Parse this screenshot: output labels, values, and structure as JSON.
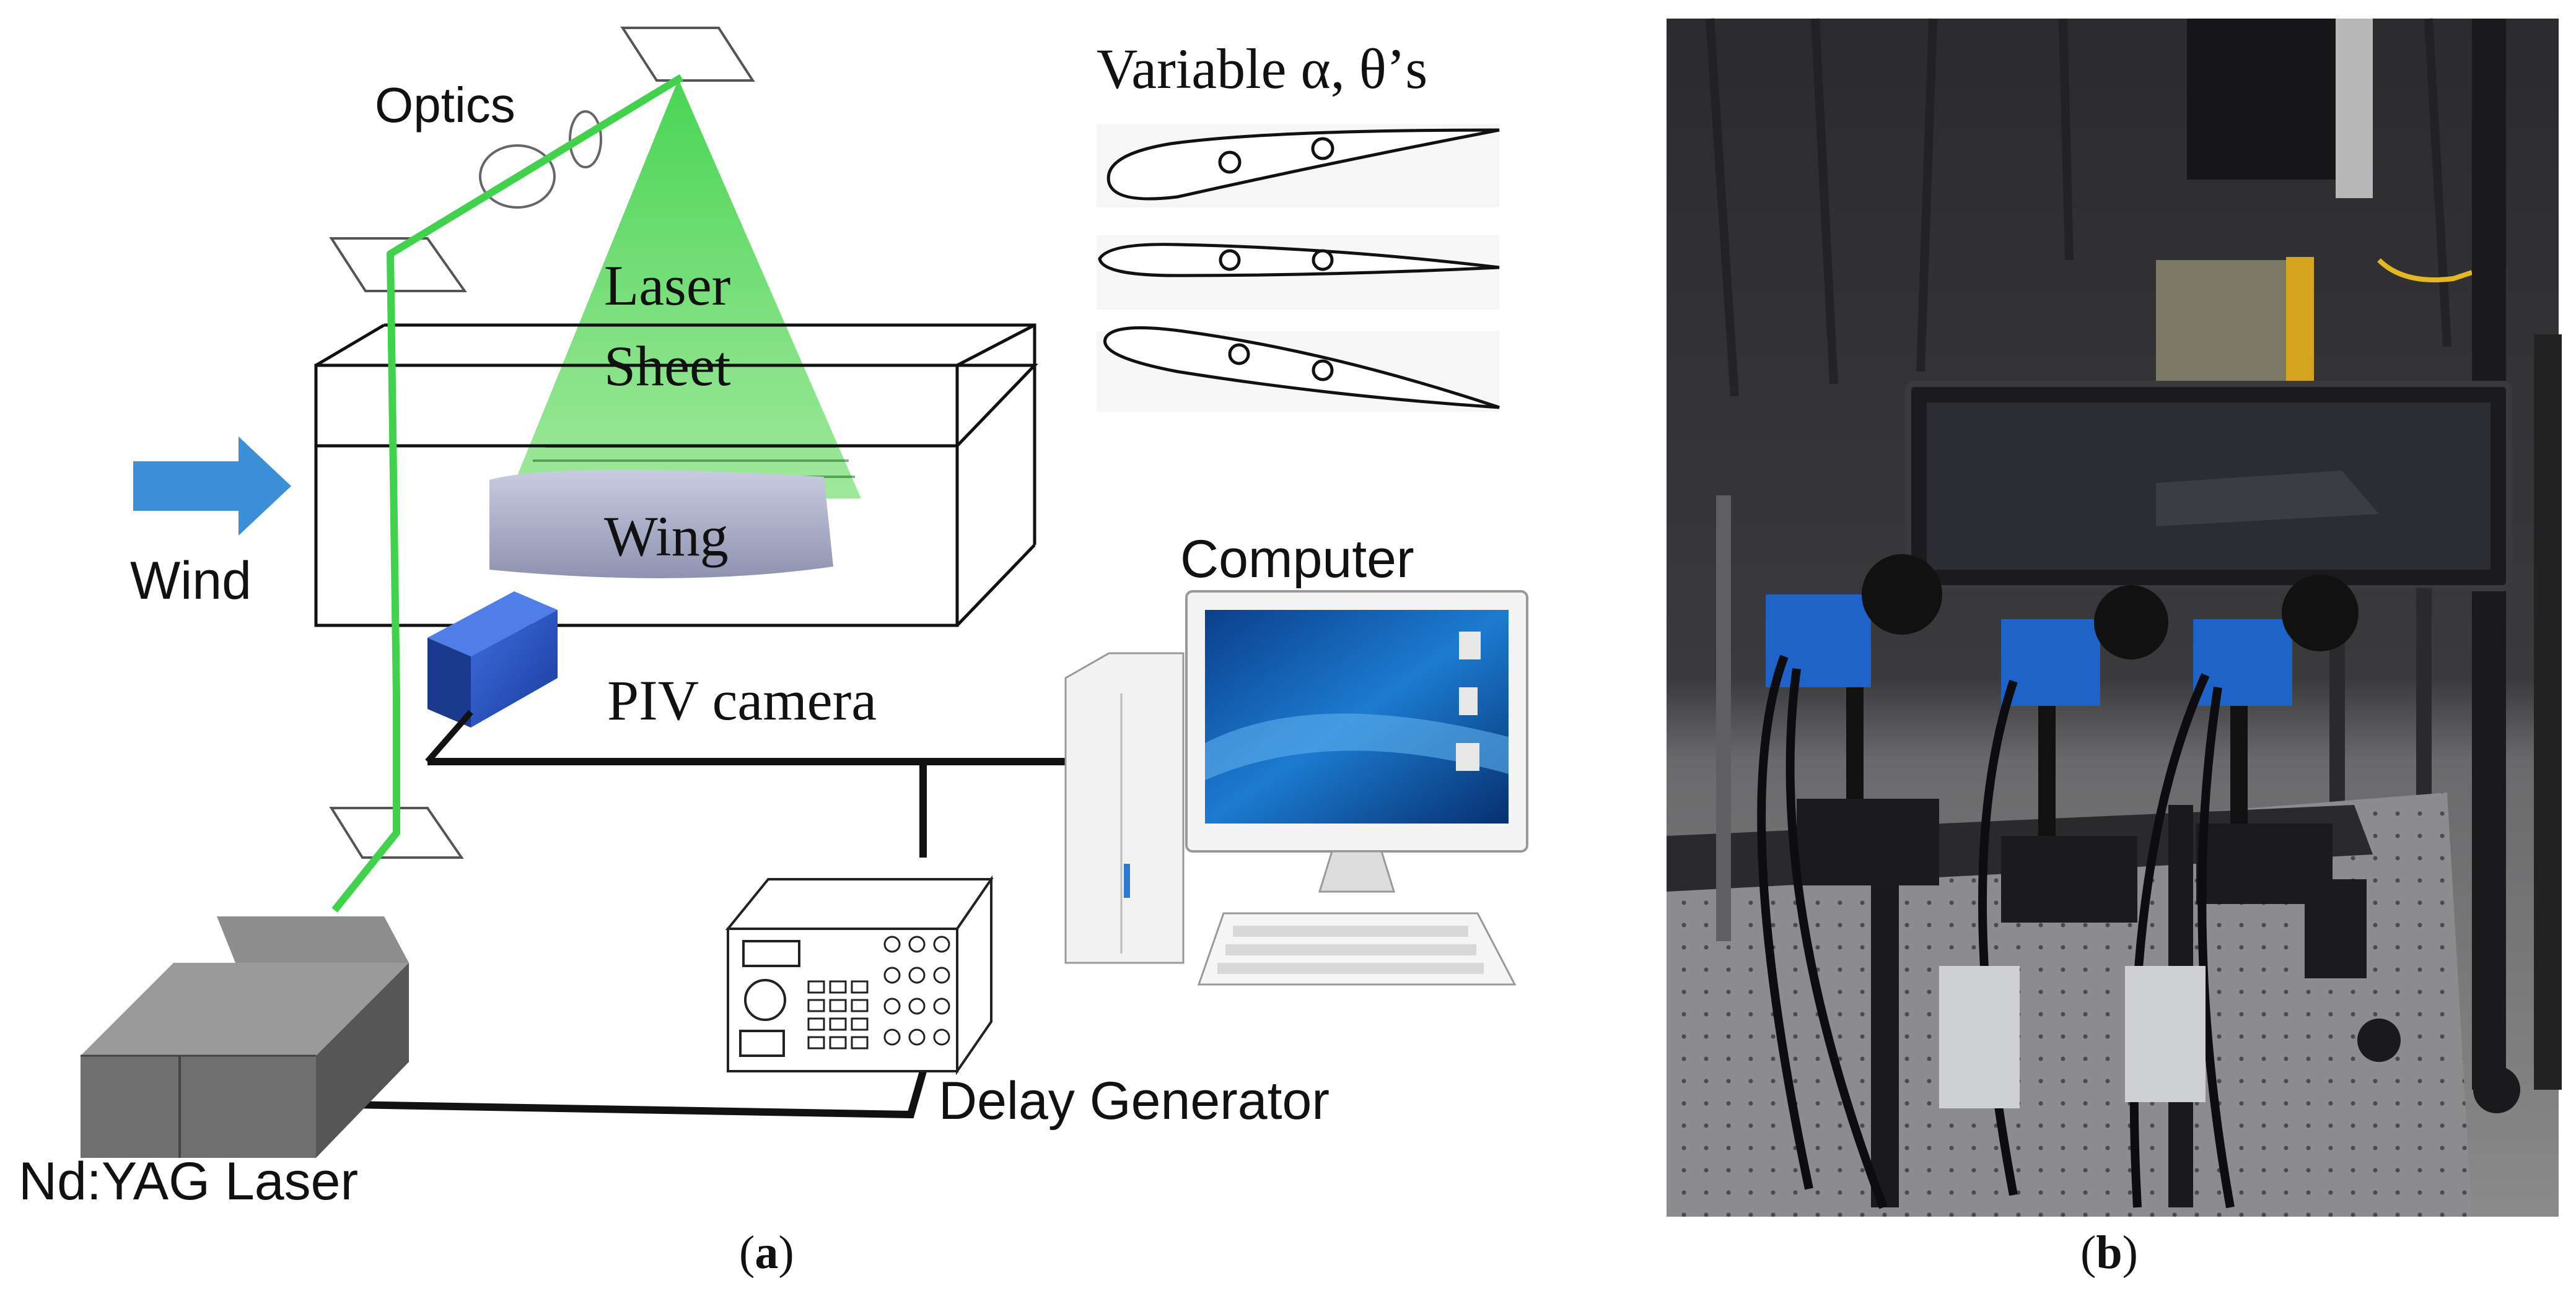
{
  "panel_a": {
    "labels": {
      "optics": "Optics",
      "variable": "Variable α, θ’s",
      "laser": "Laser",
      "sheet": "Sheet",
      "wing": "Wing",
      "wind": "Wind",
      "computer": "Computer",
      "piv_camera": "PIV camera",
      "delay_generator": "Delay Generator",
      "laser_source": "Nd:YAG Laser"
    },
    "caption_letter": "a"
  },
  "panel_b": {
    "caption_letter": "b"
  },
  "colors": {
    "laser_green": "#3fd24a",
    "camera_blue": "#2a55c4",
    "arrow_blue": "#3c8fd6",
    "line_black": "#111111"
  }
}
